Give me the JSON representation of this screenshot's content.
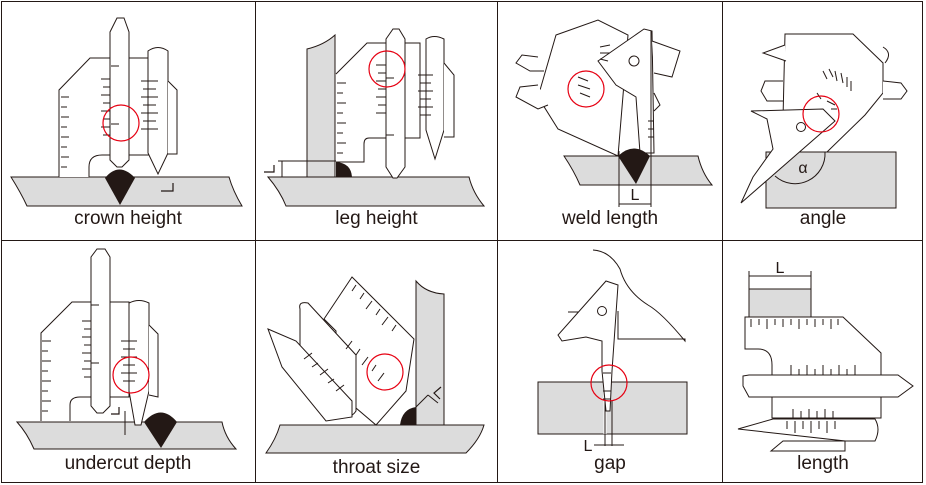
{
  "title": "Welding gauge usage diagram",
  "colors": {
    "line": "#231815",
    "plate_fill": "#dcdcdc",
    "weld_fill": "#231815",
    "highlight_circle": "#e60012",
    "scale_gray": "#9a9a9a"
  },
  "cells": [
    {
      "id": "crown-height",
      "caption": "crown height"
    },
    {
      "id": "leg-height",
      "caption": "leg height"
    },
    {
      "id": "weld-length",
      "caption": "weld length",
      "dimension_label": "L"
    },
    {
      "id": "angle",
      "caption": "angle",
      "angle_label": "α"
    },
    {
      "id": "undercut-depth",
      "caption": "undercut depth"
    },
    {
      "id": "throat-size",
      "caption": "throat size"
    },
    {
      "id": "gap",
      "caption": "gap",
      "dimension_label": "L"
    },
    {
      "id": "length",
      "caption": "length",
      "dimension_label": "L"
    }
  ]
}
